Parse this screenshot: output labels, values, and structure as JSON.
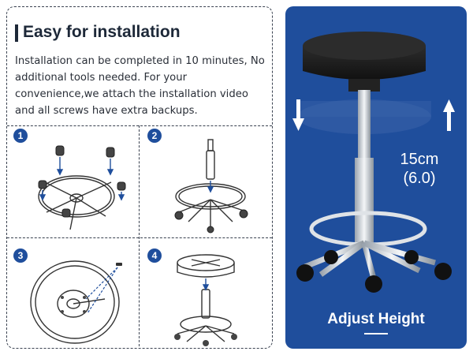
{
  "installation": {
    "title": "Easy for installation",
    "description": "Installation can be completed in 10 minutes, No additional tools needed. For your convenience,we attach the installation video and all screws have extra backups."
  },
  "steps": [
    {
      "number": "1",
      "illustration": "base-casters-icon"
    },
    {
      "number": "2",
      "illustration": "gas-lift-icon"
    },
    {
      "number": "3",
      "illustration": "seat-underside-screws-icon"
    },
    {
      "number": "4",
      "illustration": "assembled-stool-icon"
    }
  ],
  "hero": {
    "height_value": "15cm",
    "height_inches": "(6.0)",
    "adjust_label": "Adjust Height",
    "background_color": "#1f4e9c"
  }
}
